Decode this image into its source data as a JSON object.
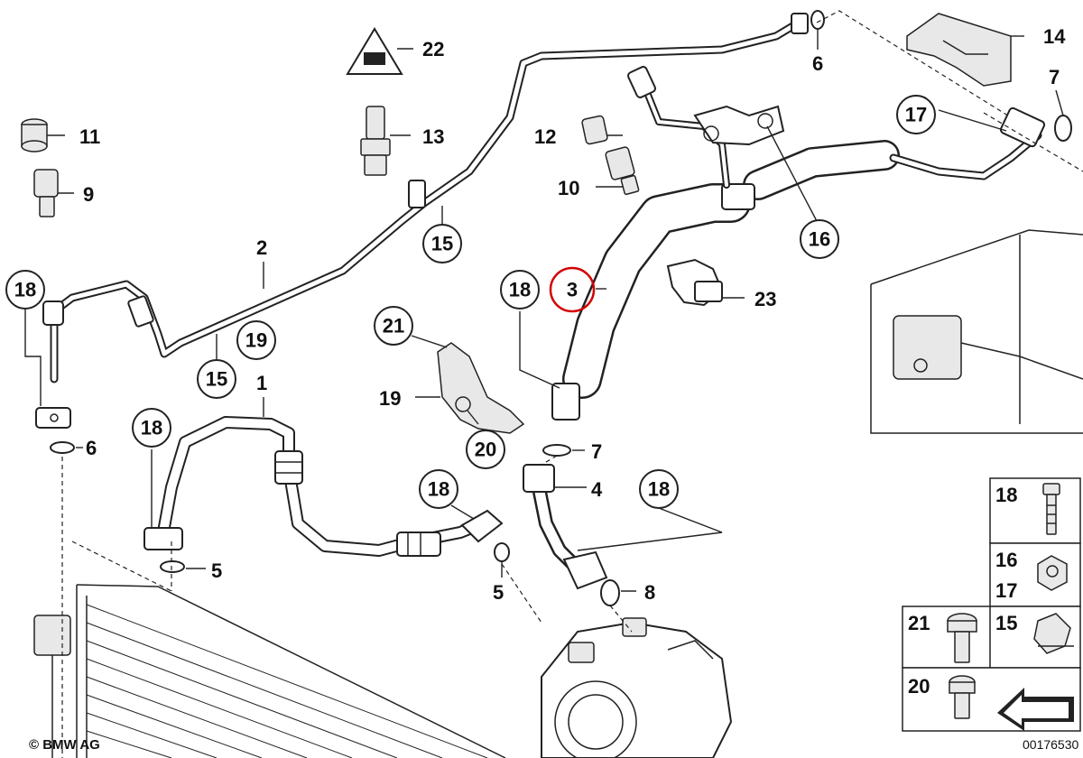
{
  "copyright": "© BMW AG",
  "diagram_id": "00176530",
  "highlight_color": "#d40000",
  "highlighted_part": "3",
  "callouts": {
    "c1": "1",
    "c2": "2",
    "c3": "3",
    "c4": "4",
    "c5a": "5",
    "c5b": "5",
    "c6a": "6",
    "c6b": "6",
    "c7a": "7",
    "c7b": "7",
    "c8": "8",
    "c9": "9",
    "c10": "10",
    "c11": "11",
    "c12": "12",
    "c13": "13",
    "c14": "14",
    "c15a": "15",
    "c15b": "15",
    "c16": "16",
    "c17": "17",
    "c18a": "18",
    "c18b": "18",
    "c18c": "18",
    "c18d": "18",
    "c18e": "18",
    "c19a": "19",
    "c19b": "19",
    "c20": "20",
    "c21": "21",
    "c22": "22",
    "c23": "23"
  },
  "legend": {
    "r18": "18",
    "r16": "16",
    "r17": "17",
    "r21": "21",
    "r15": "15",
    "r20": "20"
  }
}
